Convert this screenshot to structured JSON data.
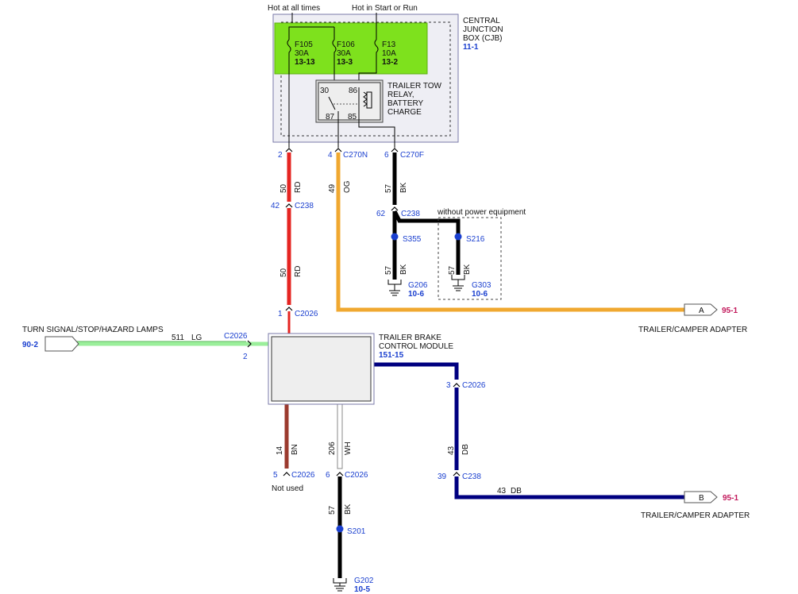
{
  "colors": {
    "rd": "#e52421",
    "og": "#f0a830",
    "bk": "#000000",
    "lg": "#90ee90",
    "bn": "#9b3a2e",
    "wh": "#ffffff",
    "db": "#000080",
    "fuse_panel": "#7ee11d",
    "cjb_fill": "#eeeef4",
    "module_fill": "#eeeeee",
    "splice": "#1a3fcf",
    "ref_blue": "#1a3fcf",
    "ref_magenta": "#c2185b"
  },
  "header": {
    "hot_always": "Hot at all times",
    "hot_start_run": "Hot in Start or Run"
  },
  "cjb": {
    "title_line1": "CENTRAL",
    "title_line2": "JUNCTION",
    "title_line3": "BOX (CJB)",
    "ref": "11-1",
    "fuses": [
      {
        "name": "F105",
        "rating": "30A",
        "ref": "13-13"
      },
      {
        "name": "F106",
        "rating": "30A",
        "ref": "13-3"
      },
      {
        "name": "F13",
        "rating": "10A",
        "ref": "13-2"
      }
    ],
    "relay": {
      "pin30": "30",
      "pin86": "86",
      "pin87": "87",
      "pin85": "85",
      "label_line1": "TRAILER TOW",
      "label_line2": "RELAY,",
      "label_line3": "BATTERY",
      "label_line4": "CHARGE"
    }
  },
  "connectors": {
    "c270n": {
      "pin": "4",
      "name": "C270N"
    },
    "c270f": {
      "pin": "6",
      "name": "C270F"
    },
    "cjb_red_pin": "2",
    "c238_red": {
      "pin": "42",
      "name": "C238"
    },
    "c238_bk": {
      "pin": "62",
      "name": "C238"
    },
    "c2026_red": {
      "pin": "1",
      "name": "C2026"
    },
    "c2026_lg": {
      "pin": "2",
      "name": "C2026"
    },
    "c2026_db": {
      "pin": "3",
      "name": "C2026"
    },
    "c2026_bn": {
      "pin": "5",
      "name": "C2026"
    },
    "c2026_wh": {
      "pin": "6",
      "name": "C2026"
    },
    "c238_db": {
      "pin": "39",
      "name": "C238"
    }
  },
  "wires": {
    "rd_upper": {
      "circuit": "50",
      "color": "RD"
    },
    "rd_lower": {
      "circuit": "50",
      "color": "RD"
    },
    "og": {
      "circuit": "49",
      "color": "OG"
    },
    "bk_cjb": {
      "circuit": "57",
      "color": "BK"
    },
    "bk_g206": {
      "circuit": "57",
      "color": "BK"
    },
    "bk_g303": {
      "circuit": "57",
      "color": "BK"
    },
    "lg": {
      "circuit": "511",
      "color": "LG"
    },
    "bn": {
      "circuit": "14",
      "color": "BN"
    },
    "wh": {
      "circuit": "206",
      "color": "WH"
    },
    "bk_g202": {
      "circuit": "57",
      "color": "BK"
    },
    "db_upper": {
      "circuit": "43",
      "color": "DB"
    },
    "db_lower": {
      "circuit": "43",
      "color": "DB"
    }
  },
  "splices": {
    "s355": "S355",
    "s216": "S216",
    "s201": "S201"
  },
  "grounds": {
    "g206": {
      "name": "G206",
      "ref": "10-6"
    },
    "g303": {
      "name": "G303",
      "ref": "10-6"
    },
    "g202": {
      "name": "G202",
      "ref": "10-5"
    }
  },
  "option_label": "without power equipment",
  "module": {
    "line1": "TRAILER BRAKE",
    "line2": "CONTROL MODULE",
    "ref": "151-15"
  },
  "turn_signal": {
    "label": "TURN SIGNAL/STOP/HAZARD LAMPS",
    "ref": "90-2"
  },
  "adapters": [
    {
      "letter": "A",
      "ref": "95-1",
      "label": "TRAILER/CAMPER ADAPTER"
    },
    {
      "letter": "B",
      "ref": "95-1",
      "label": "TRAILER/CAMPER ADAPTER"
    }
  ],
  "not_used": "Not used"
}
